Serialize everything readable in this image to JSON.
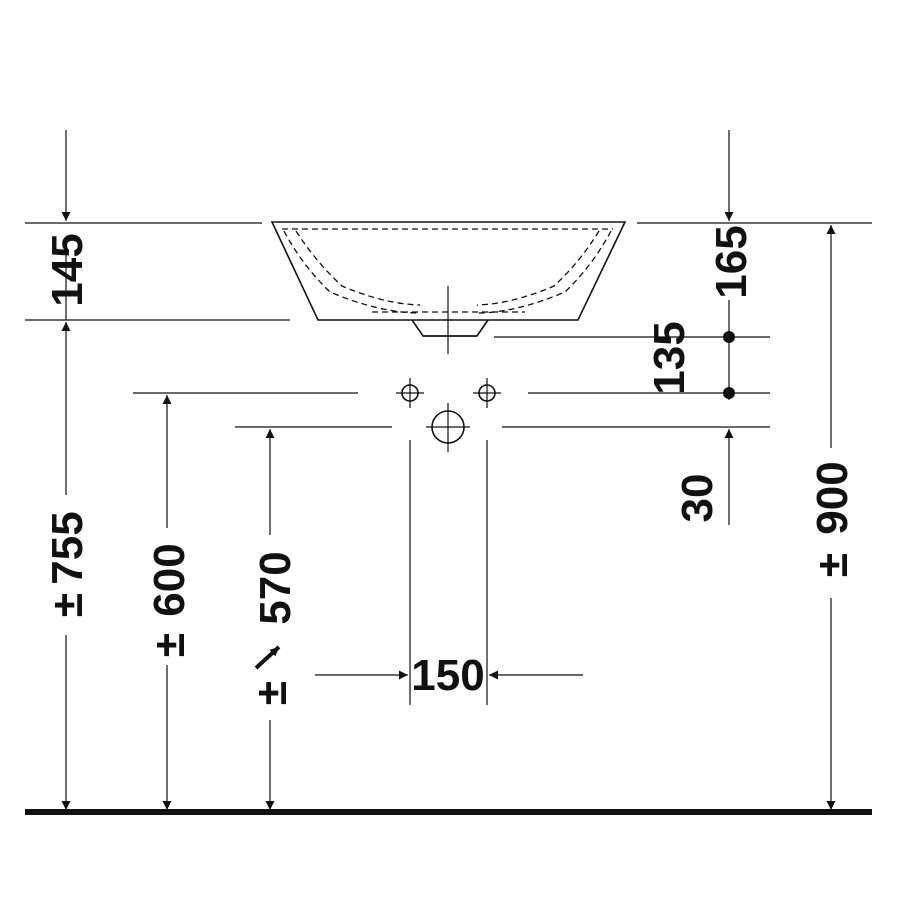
{
  "dimensions": {
    "bowl_height": "145",
    "rim_height": "165",
    "drain_offset": "135",
    "tap_offset": "30",
    "height_755": "755",
    "height_600": "600",
    "height_570": "570",
    "height_900": "900",
    "tap_spacing": "150",
    "plus_minus_symbol": "±"
  },
  "colors": {
    "line": "#111111",
    "background": "#ffffff"
  }
}
